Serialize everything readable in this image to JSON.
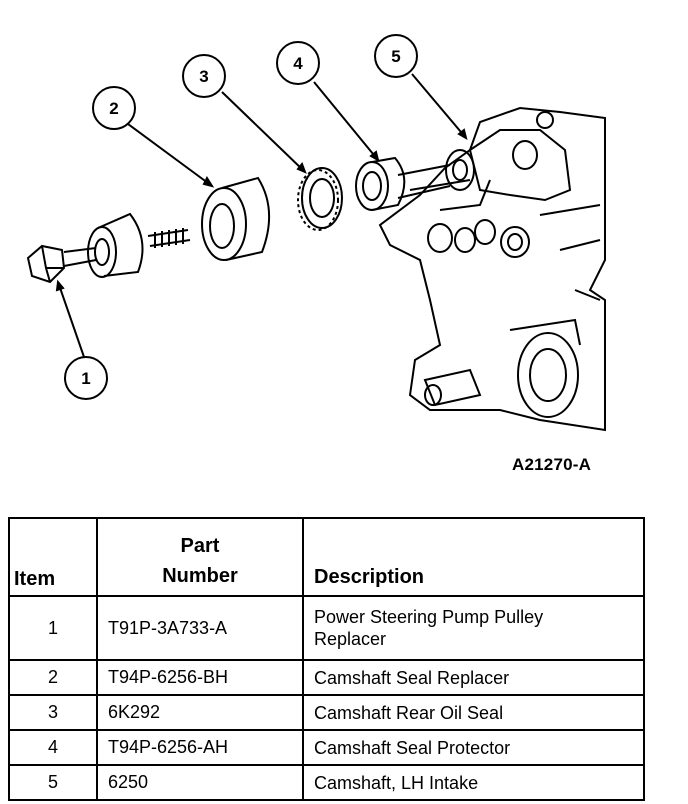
{
  "illustration": {
    "callouts": [
      "1",
      "2",
      "3",
      "4",
      "5"
    ],
    "figure_id": "A21270-A"
  },
  "table": {
    "headers": {
      "item": "Item",
      "part_line1": "Part",
      "part_line2": "Number",
      "description": "Description"
    },
    "rows": [
      {
        "item": "1",
        "part": "T91P-3A733-A",
        "desc_line1": "Power Steering Pump Pulley",
        "desc_line2": "Replacer"
      },
      {
        "item": "2",
        "part": "T94P-6256-BH",
        "desc_line1": "Camshaft Seal Replacer"
      },
      {
        "item": "3",
        "part": "6K292",
        "desc_line1": "Camshaft Rear Oil Seal"
      },
      {
        "item": "4",
        "part": "T94P-6256-AH",
        "desc_line1": "Camshaft Seal Protector"
      },
      {
        "item": "5",
        "part": "6250",
        "desc_line1": "Camshaft, LH Intake"
      }
    ]
  }
}
